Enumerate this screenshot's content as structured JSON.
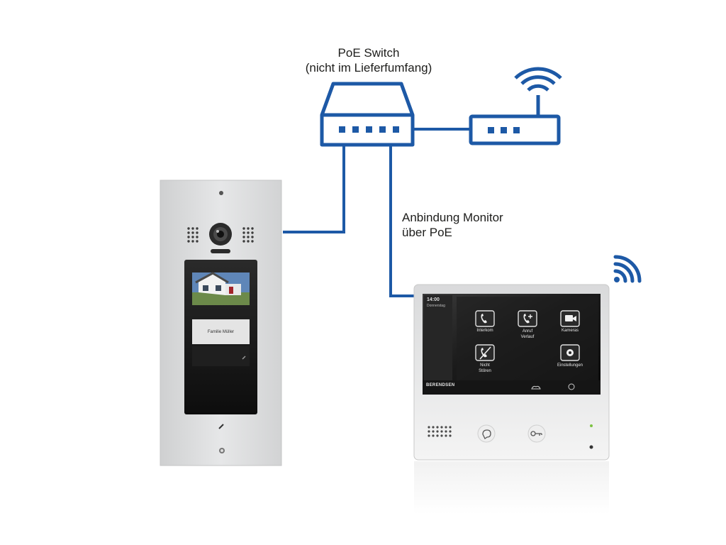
{
  "switch": {
    "title": "PoE Switch",
    "note": "(nicht im Lieferfumfang)"
  },
  "connection": {
    "line1": "Anbindung Monitor",
    "line2": "über PoE"
  },
  "door_station": {
    "name_button": "Familie Müller"
  },
  "monitor": {
    "brand": "BERENDSEN",
    "time": "14:00",
    "date": "Donnerstag",
    "tiles": [
      {
        "label": "Interkom",
        "icon": "phone-wifi-icon"
      },
      {
        "label": "Anruf Verlauf",
        "icon": "phone-plus-icon"
      },
      {
        "label": "Kameras",
        "icon": "camera-icon"
      },
      {
        "label": "Nicht Stören",
        "icon": "phone-off-icon"
      },
      {
        "label": "Einstellungen",
        "icon": "gear-icon"
      }
    ]
  },
  "colors": {
    "network_blue": "#1d59a6",
    "steel": "#d9dadb",
    "screen_dark": "#161616"
  }
}
